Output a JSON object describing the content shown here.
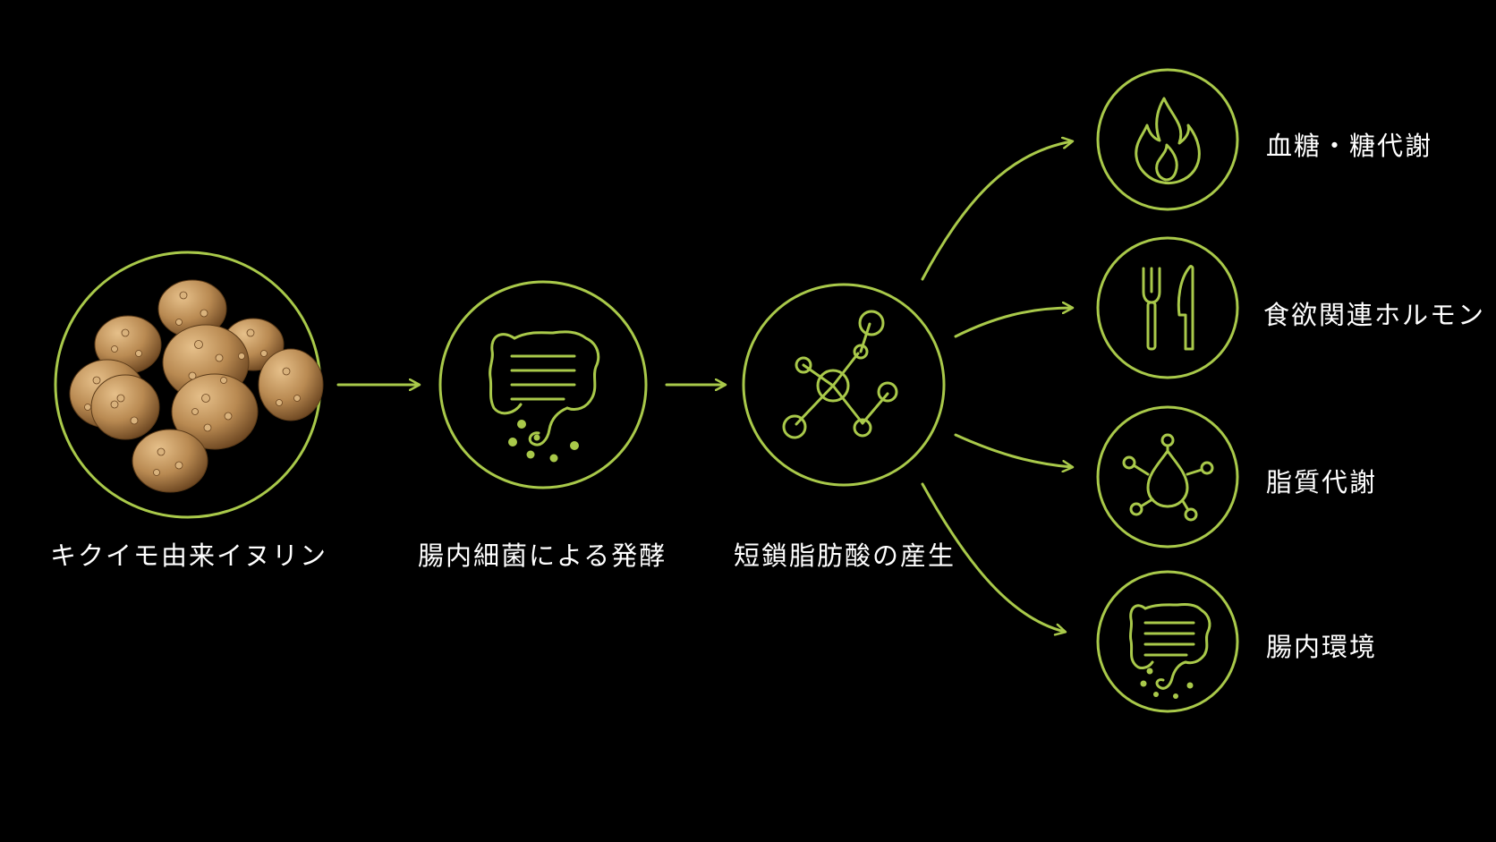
{
  "colors": {
    "background": "#000000",
    "accent": "#a9c94a",
    "text": "#ffffff",
    "tuber": "#b98a52"
  },
  "steps": [
    {
      "id": "inulin",
      "label": "キクイモ由来イヌリン",
      "icon": "jerusalem-artichoke-image"
    },
    {
      "id": "fermentation",
      "label": "腸内細菌による発酵",
      "icon": "intestine-icon"
    },
    {
      "id": "scfa",
      "label": "短鎖脂肪酸の産生",
      "icon": "molecule-icon"
    }
  ],
  "outcomes": [
    {
      "id": "glucose",
      "label": "血糖・糖代謝",
      "icon": "flame-icon"
    },
    {
      "id": "appetite",
      "label": "食欲関連ホルモン",
      "icon": "fork-knife-icon"
    },
    {
      "id": "lipid",
      "label": "脂質代謝",
      "icon": "lipid-drop-icon"
    },
    {
      "id": "gut",
      "label": "腸内環境",
      "icon": "intestine-icon"
    }
  ]
}
